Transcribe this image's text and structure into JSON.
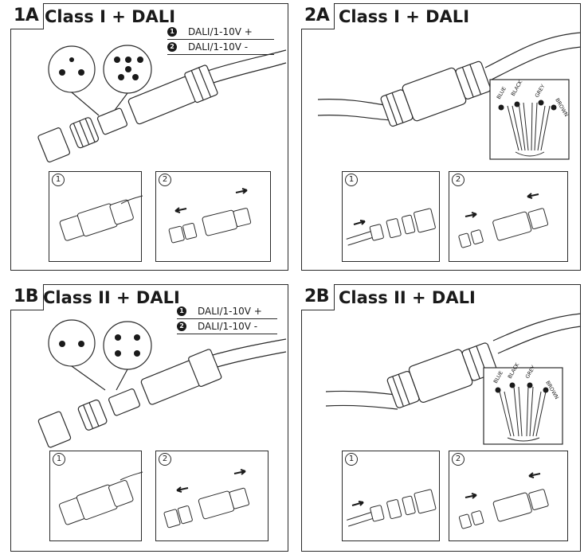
{
  "panels": [
    {
      "tag": "1A",
      "title": "Class I + DALI",
      "legend": [
        {
          "num": "1",
          "label": "DALI/1-10V +"
        },
        {
          "num": "2",
          "label": "DALI/1-10V -"
        }
      ],
      "steps": [
        "1",
        "2"
      ]
    },
    {
      "tag": "2A",
      "title": "Class I + DALI",
      "wire_labels": [
        "BLUE",
        "BLACK",
        "GREY",
        "BROWN"
      ],
      "steps": [
        "1",
        "2"
      ]
    },
    {
      "tag": "1B",
      "title": "Class II + DALI",
      "legend": [
        {
          "num": "1",
          "label": "DALI/1-10V +"
        },
        {
          "num": "2",
          "label": "DALI/1-10V -"
        }
      ],
      "steps": [
        "1",
        "2"
      ]
    },
    {
      "tag": "2B",
      "title": "Class II + DALI",
      "wire_labels": [
        "BLUE",
        "BLACK",
        "GREY",
        "BROWN"
      ],
      "steps": [
        "1",
        "2"
      ]
    }
  ],
  "colors": {
    "line": "#2a2a2a",
    "fill": "#ffffff"
  }
}
